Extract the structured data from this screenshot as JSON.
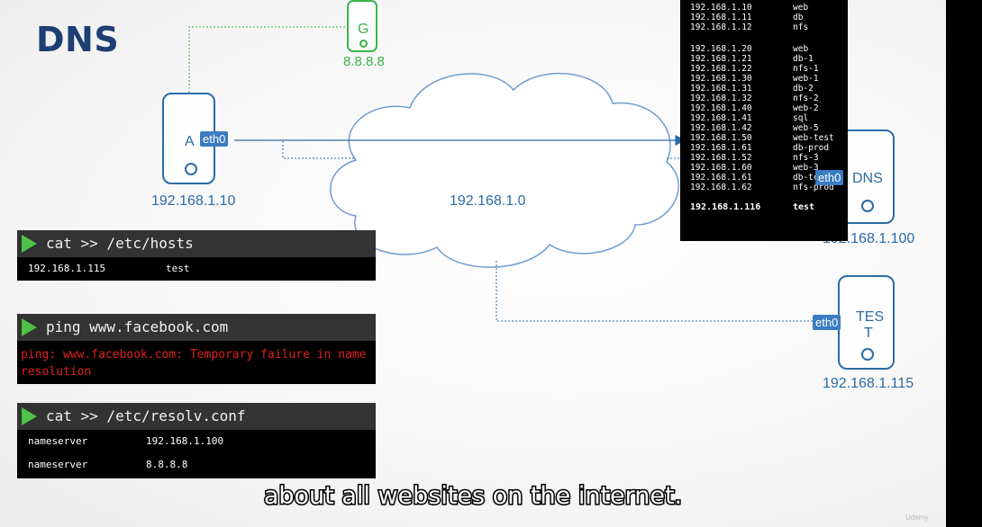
{
  "title": "DNS",
  "nodes": {
    "gateway": {
      "name": "G",
      "ip": "8.8.8.8"
    },
    "host_a": {
      "name": "A",
      "iface": "eth0",
      "ip": "192.168.1.10"
    },
    "network": {
      "ip": "192.168.1.0"
    },
    "dns": {
      "name": "DNS",
      "iface": "eth0",
      "ip": "192.168.1.100"
    },
    "test": {
      "name_line1": "TES",
      "name_line2": "T",
      "iface": "eth0",
      "ip": "192.168.1.115"
    }
  },
  "terminals": [
    {
      "command": "cat >> /etc/hosts",
      "rows": [
        [
          "192.168.1.115",
          "test"
        ]
      ]
    },
    {
      "command": "ping www.facebook.com",
      "output": "ping: www.facebook.com: Temporary failure in name resolution"
    },
    {
      "command": "cat >> /etc/resolv.conf",
      "rows": [
        [
          "nameserver",
          "192.168.1.100"
        ],
        [
          "nameserver",
          "8.8.8.8"
        ]
      ]
    }
  ],
  "dns_hosts": [
    [
      "192.168.1.10",
      "web"
    ],
    [
      "192.168.1.11",
      "db"
    ],
    [
      "192.168.1.12",
      "nfs"
    ],
    [
      "192.168.1.20",
      "web"
    ],
    [
      "192.168.1.21",
      "db-1"
    ],
    [
      "192.168.1.22",
      "nfs-1"
    ],
    [
      "192.168.1.30",
      "web-1"
    ],
    [
      "192.168.1.31",
      "db-2"
    ],
    [
      "192.168.1.32",
      "nfs-2"
    ],
    [
      "192.168.1.40",
      "web-2"
    ],
    [
      "192.168.1.41",
      "sql"
    ],
    [
      "192.168.1.42",
      "web-5"
    ],
    [
      "192.168.1.50",
      "web-test"
    ],
    [
      "192.168.1.61",
      "db-prod"
    ],
    [
      "192.168.1.52",
      "nfs-3"
    ],
    [
      "192.168.1.60",
      "web-3"
    ],
    [
      "192.168.1.61",
      "db-test"
    ],
    [
      "192.168.1.62",
      "nfs-prod"
    ],
    [
      "192.168.1.116",
      "test"
    ]
  ],
  "caption": "about all websites on the internet.",
  "watermark": "Udemy",
  "colors": {
    "accent": "#2b6ca8",
    "gateway": "#3bb24a",
    "title": "#1d3f73",
    "error": "#e02020"
  }
}
